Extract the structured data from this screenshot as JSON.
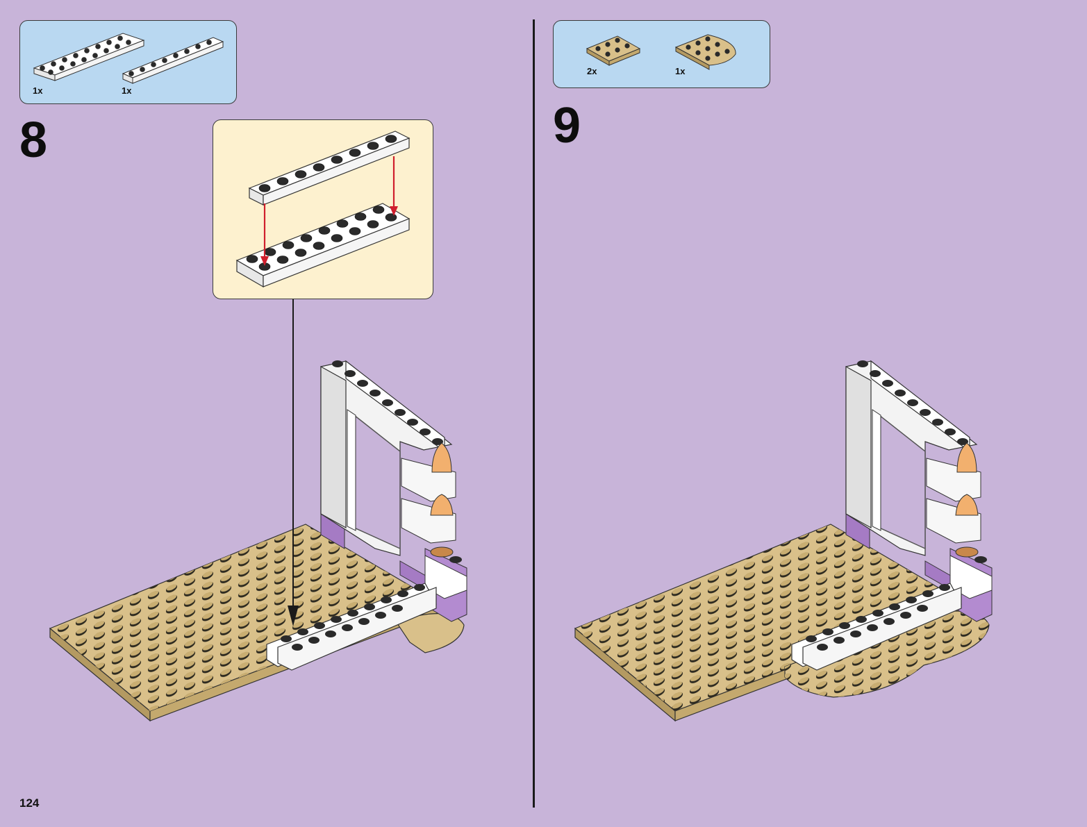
{
  "page_number": "124",
  "steps": [
    {
      "number": "8",
      "parts": [
        {
          "qty": "1x",
          "part": "plate-2x8",
          "color": "#ffffff"
        },
        {
          "qty": "1x",
          "part": "plate-1x8",
          "color": "#ffffff"
        }
      ]
    },
    {
      "number": "9",
      "parts": [
        {
          "qty": "2x",
          "part": "plate-2x3",
          "color": "#d9c08a"
        },
        {
          "qty": "1x",
          "part": "plate-round-corner",
          "color": "#d9c08a"
        }
      ]
    }
  ],
  "colors": {
    "background": "#c8b4d9",
    "parts_callout": "#b9d8f1",
    "sub_assembly_callout": "#fdf1cf",
    "tan_plate": "#d9c08a",
    "lavender_brick": "#a57bc4",
    "arrow_red": "#d01f2d"
  }
}
